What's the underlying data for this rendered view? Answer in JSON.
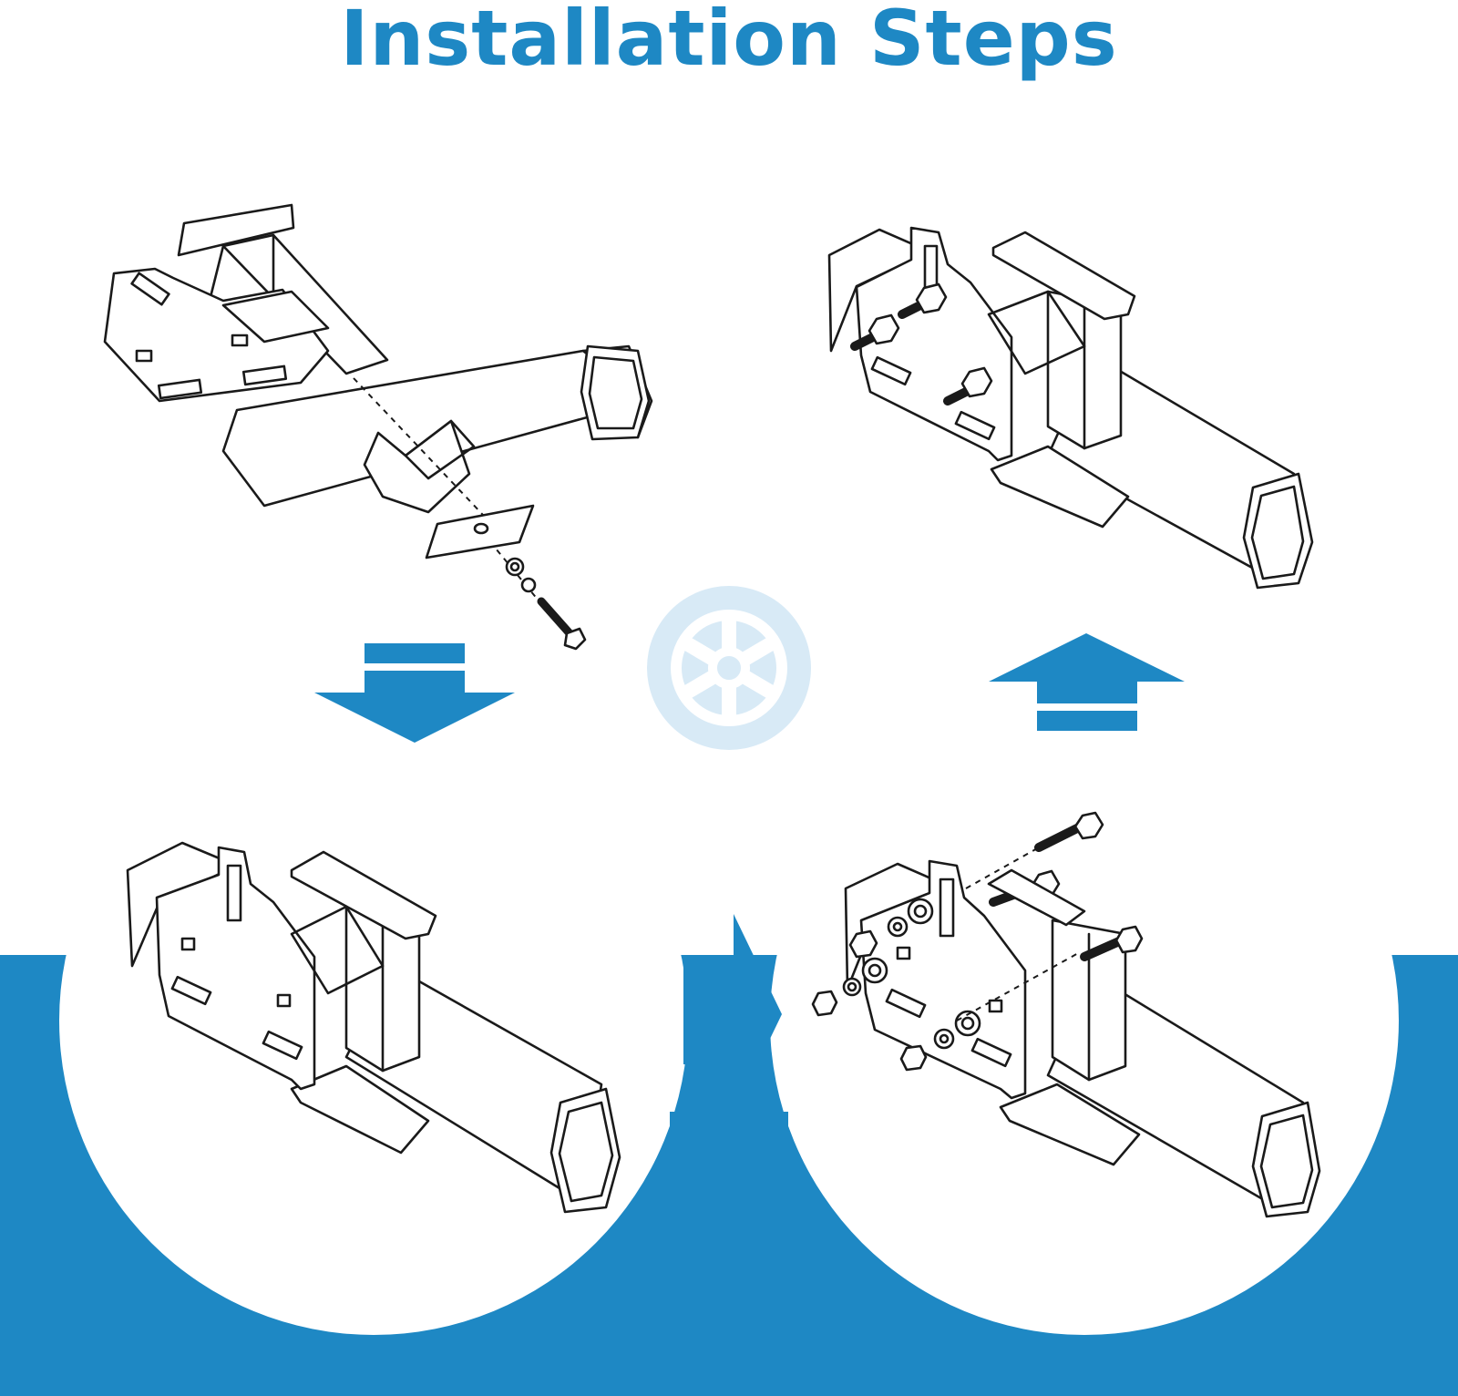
{
  "title": "Installation Steps",
  "colors": {
    "accent": "#1e88c4",
    "accent_light": "#d8eaf6",
    "line": "#1a1a1a",
    "background": "#ffffff"
  },
  "icons": {
    "center": "wheel-icon",
    "arrow_1": "arrow-down-icon",
    "arrow_2": "arrow-right-icon",
    "arrow_3": "arrow-up-icon"
  },
  "steps": [
    {
      "name": "step-1",
      "depicts": "exploded-mount-assembly"
    },
    {
      "name": "step-2",
      "depicts": "mount-placed-on-tube"
    },
    {
      "name": "step-3",
      "depicts": "bolts-washers-nuts-inserted"
    },
    {
      "name": "step-4",
      "depicts": "assembly-tightened"
    }
  ]
}
